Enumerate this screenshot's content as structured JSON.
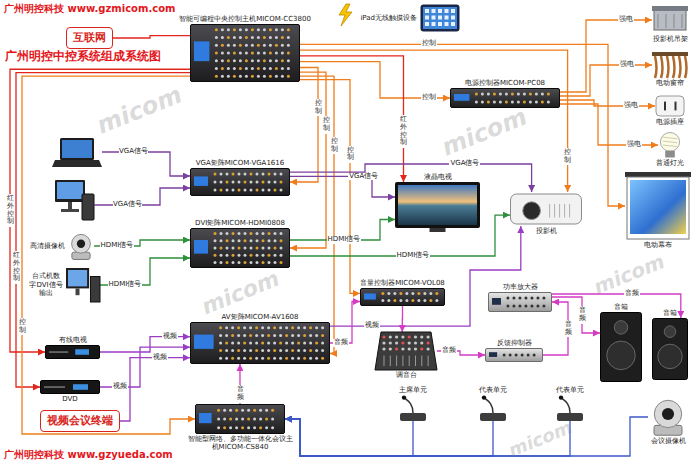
{
  "diagram": {
    "title": "广州明控中控系统组成系统图",
    "nodes": [
      {
        "text": [
          "互联网"
        ]
      },
      {
        "text": [
          "智能可编程中央控制主机MICOM-CC3800"
        ]
      },
      {
        "text": [
          "iPad无线触摸设备"
        ]
      },
      {
        "text": [
          "电源控制器MICOM-PC08"
        ]
      },
      {
        "text": [
          "投影机吊架"
        ]
      },
      {
        "text": [
          "电动窗帘"
        ]
      },
      {
        "text": [
          "电源插座"
        ]
      },
      {
        "text": [
          "普通灯光"
        ]
      },
      {
        "text": [
          "VGA矩阵MICOM-VGA1616"
        ]
      },
      {
        "text": [
          "DVI矩阵MICOM-HDMI0808"
        ]
      },
      {
        "text": [
          "液晶电视"
        ]
      },
      {
        "text": [
          "投影机"
        ]
      },
      {
        "text": [
          "电动幕布"
        ]
      },
      {
        "text": [
          "高清摄像机"
        ]
      },
      {
        "text": [
          "台式机数字DVI信号输出"
        ]
      },
      {
        "text": [
          "AV矩阵MICOM-AV1608"
        ]
      },
      {
        "text": [
          "音量控制器MICOM-VOL08"
        ]
      },
      {
        "text": [
          "有线电视"
        ]
      },
      {
        "text": [
          "DVD"
        ]
      },
      {
        "text": [
          "视频会议终端"
        ]
      },
      {
        "text": [
          "智能型网络、多功能一体化会议主机MICOM-CS840"
        ]
      },
      {
        "text": [
          "调音台"
        ]
      },
      {
        "text": [
          "功率放大器"
        ]
      },
      {
        "text": [
          "反馈抑制器"
        ]
      },
      {
        "text": [
          "音箱"
        ]
      },
      {
        "text": [
          "音箱"
        ]
      },
      {
        "text": [
          "主席单元"
        ]
      },
      {
        "text": [
          "代表单元"
        ]
      },
      {
        "text": [
          "代表单元"
        ]
      },
      {
        "text": [
          "会议摄像机"
        ]
      }
    ],
    "edges": [
      {
        "from": 0,
        "to": 1,
        "arrow": "none"
      },
      {
        "from": 1,
        "to": 3,
        "label": "控制",
        "arrow": "to"
      },
      {
        "from": 3,
        "to": 4,
        "label": "强电",
        "arrow": "to"
      },
      {
        "from": 3,
        "to": 5,
        "label": "强电",
        "arrow": "to"
      },
      {
        "from": 3,
        "to": 6,
        "label": "强电",
        "arrow": "to"
      },
      {
        "from": 3,
        "to": 7,
        "label": "强电",
        "arrow": "to"
      },
      {
        "from": 1,
        "to": 8,
        "label": "控制",
        "arrow": "to"
      },
      {
        "from": 1,
        "to": 9,
        "label": "控制",
        "arrow": "to"
      },
      {
        "from": 1,
        "to": 15,
        "label": "控制",
        "arrow": "to"
      },
      {
        "from": 1,
        "to": 16,
        "label": "控制",
        "arrow": "to"
      },
      {
        "from": 1,
        "to": 10,
        "label": "红外控制",
        "arrow": "to"
      },
      {
        "from": 1,
        "to": 11,
        "label": "控制",
        "arrow": "to"
      },
      {
        "from": 1,
        "to": 12,
        "label": "控制",
        "arrow": "to"
      },
      {
        "from": 1,
        "to": 17,
        "label": "红外控制",
        "arrow": "to"
      },
      {
        "from": 1,
        "to": 18,
        "label": "红外控制",
        "arrow": "to"
      },
      {
        "from": 1,
        "to": 20,
        "label": "控制",
        "arrow": "to"
      },
      {
        "from": 8,
        "to": 10,
        "label": "VGA信号",
        "arrow": "to"
      },
      {
        "from": 8,
        "to": 11,
        "label": "VGA信号",
        "arrow": "to"
      },
      {
        "from": 9,
        "to": 10,
        "label": "HDMI信号",
        "arrow": "to"
      },
      {
        "from": 9,
        "to": 11,
        "label": "HDMI信号",
        "arrow": "to"
      },
      {
        "from": 13,
        "to": 9,
        "label": "HDMI信号",
        "arrow": "to"
      },
      {
        "from": 14,
        "to": 9,
        "label": "HDMI信号",
        "arrow": "to"
      },
      {
        "from": 17,
        "to": 15,
        "label": "视频",
        "arrow": "to"
      },
      {
        "from": 18,
        "to": 15,
        "label": "视频",
        "arrow": "to"
      },
      {
        "from": 19,
        "to": 15,
        "label": "视频",
        "arrow": "to"
      },
      {
        "from": 15,
        "to": 11,
        "label": "视频",
        "arrow": "to"
      },
      {
        "from": 15,
        "to": 16,
        "label": "音频",
        "arrow": "to"
      },
      {
        "from": 16,
        "to": 21,
        "arrow": "to"
      },
      {
        "from": 21,
        "to": 23,
        "label": "音频",
        "arrow": "to"
      },
      {
        "from": 23,
        "to": 22,
        "label": "音频",
        "arrow": "to"
      },
      {
        "from": 22,
        "to": 24,
        "label": "音频",
        "arrow": "to"
      },
      {
        "from": 22,
        "to": 25,
        "label": "音频",
        "arrow": "to"
      },
      {
        "from": 20,
        "to": 15,
        "label": "音频",
        "arrow": "to"
      },
      {
        "from": 26,
        "to": 20,
        "arrow": "to"
      },
      {
        "from": 27,
        "to": 20,
        "arrow": "to"
      },
      {
        "from": 28,
        "to": 20,
        "arrow": "to"
      },
      {
        "from": 29,
        "to": 20,
        "arrow": "to"
      }
    ],
    "labels": [
      "广州明控科技 www.gzmicom.com",
      "VGA信号",
      "VGA信号",
      "广州明控科技 www.gzyueda.com",
      "micom",
      "micom",
      "micom",
      "micom",
      "micom"
    ]
  }
}
